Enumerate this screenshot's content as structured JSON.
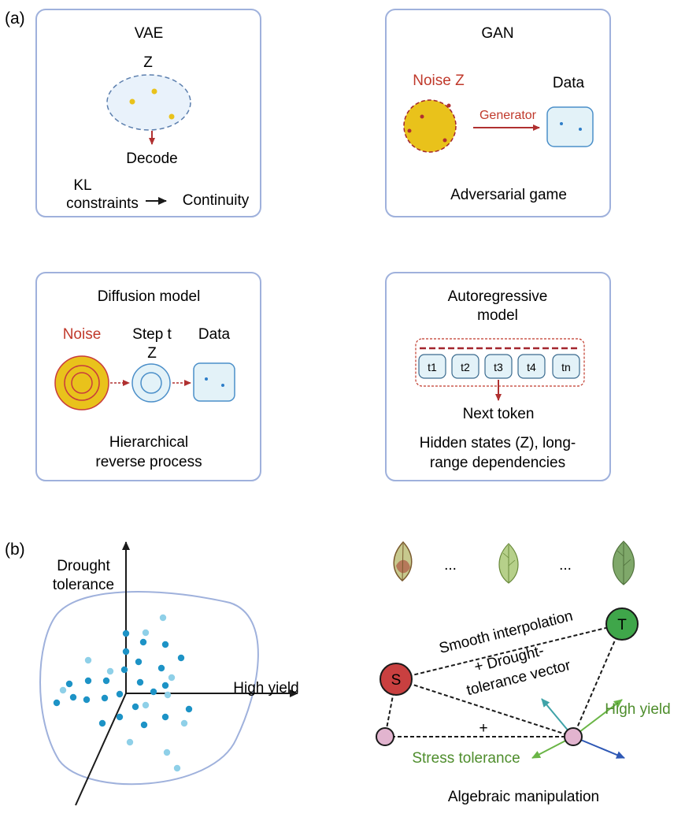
{
  "panel_a": {
    "label": "(a)",
    "vae": {
      "title": "VAE",
      "latent": "Z",
      "decode": "Decode",
      "kl_line1": "KL",
      "kl_line2": "constraints",
      "continuity": "Continuity"
    },
    "gan": {
      "title": "GAN",
      "noise": "Noise Z",
      "data": "Data",
      "generator": "Generator",
      "caption": "Adversarial game"
    },
    "diffusion": {
      "title": "Diffusion model",
      "noise": "Noise",
      "step_line1": "Step t",
      "step_line2": "Z",
      "data": "Data",
      "caption_line1": "Hierarchical",
      "caption_line2": "reverse process"
    },
    "autoregressive": {
      "title_line1": "Autoregressive",
      "title_line2": "model",
      "tokens": [
        "t1",
        "t2",
        "t3",
        "t4",
        "tn"
      ],
      "next": "Next token",
      "caption_line1": "Hidden states (Z), long-",
      "caption_line2": "range dependencies"
    }
  },
  "panel_b": {
    "label": "(b)",
    "y_axis_line1": "Drought",
    "y_axis_line2": "tolerance",
    "x_axis": "High yield",
    "ellipsis": [
      "...",
      "..."
    ],
    "node_s": "S",
    "node_t": "T",
    "smooth": "Smooth interpolation",
    "vector_line1": "+ Drought-",
    "vector_line2": "tolerance vector",
    "plus": "+",
    "high_yield": "High yield",
    "stress": "Stress tolerance",
    "caption": "Algebraic manipulation"
  },
  "colors": {
    "box_border": "#9fb1dc",
    "red": "#c0392b",
    "dark_red": "#a3262e",
    "yellow": "#e9c21b",
    "light_blue_fill": "#e3f2f8",
    "blue_stroke": "#4b8fc9",
    "green": "#4e8d2c",
    "node_s": "#c94040",
    "node_t": "#3fa64a",
    "node_pink": "#e2b4cf"
  }
}
